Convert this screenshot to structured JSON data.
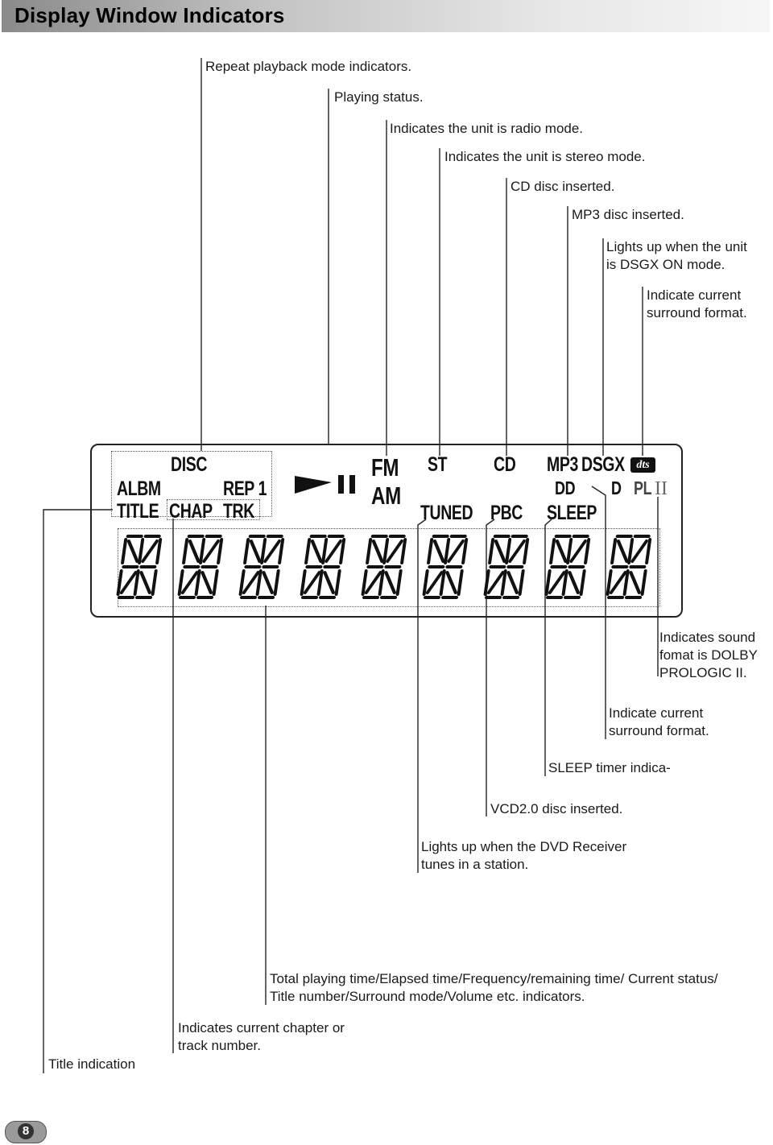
{
  "header": {
    "title": "Display Window Indicators"
  },
  "callouts_top": {
    "repeat": "Repeat playback mode indicators.",
    "playing": "Playing status.",
    "radio": "Indicates the unit is radio mode.",
    "stereo": "Indicates the unit is stereo mode.",
    "cd": "CD disc inserted.",
    "mp3": "MP3 disc inserted.",
    "dsgx_line1": "Lights up when the unit",
    "dsgx_line2": "is DSGX ON mode.",
    "surround_line1": "Indicate current",
    "surround_line2": "surround format."
  },
  "display": {
    "disc": "DISC",
    "albm": "ALBM",
    "rep1": "REP 1",
    "title": "TITLE",
    "chap": "CHAP",
    "trk": "TRK",
    "fm": "FM",
    "am": "AM",
    "st": "ST",
    "cd": "CD",
    "mp3": "MP3",
    "dsgx": "DSGX",
    "dts": "dts",
    "dolby_digital": "DD",
    "dolby": "D",
    "pl": "PL",
    "pl_ii": "II",
    "tuned": "TUNED",
    "pbc": "PBC",
    "sleep": "SLEEP",
    "digit_count": 9
  },
  "callouts_bottom": {
    "prologic_line1": "Indicates sound",
    "prologic_line2": "fomat is DOLBY",
    "prologic_line3": "PROLOGIC II.",
    "surround_line1": "Indicate current",
    "surround_line2": "surround format.",
    "sleep": "SLEEP timer indica-",
    "vcd": "VCD2.0 disc inserted.",
    "tuned_line1": "Lights up when the DVD Receiver",
    "tuned_line2": "tunes in a station.",
    "total_line1": "Total playing time/Elapsed time/Frequency/remaining time/ Current status/",
    "total_line2": "Title number/Surround mode/Volume etc. indicators.",
    "chapter_line1": "Indicates current chapter or",
    "chapter_line2": "track number.",
    "title_indication": "Title indication"
  },
  "footer": {
    "page_number": "8"
  }
}
